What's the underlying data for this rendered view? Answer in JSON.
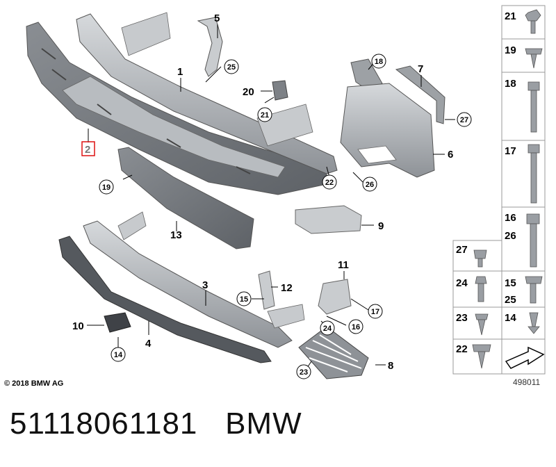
{
  "diagram": {
    "copyright": "© 2018 BMW AG",
    "image_number": "498011",
    "highlighted_part": "2",
    "callouts": {
      "c1": "1",
      "c2": "2",
      "c3": "3",
      "c4": "4",
      "c5": "5",
      "c6": "6",
      "c7": "7",
      "c8": "8",
      "c9": "9",
      "c10": "10",
      "c11": "11",
      "c12": "12",
      "c13": "13",
      "c14": "14",
      "c15": "15",
      "c16": "16",
      "c17": "17",
      "c18": "18",
      "c19": "19",
      "c20": "20",
      "c21": "21",
      "c22": "22",
      "c23": "23",
      "c24": "24",
      "c25": "25",
      "c26": "26",
      "c27": "27"
    },
    "hardware_panel": {
      "r21": "21",
      "r19": "19",
      "r18": "18",
      "r17": "17",
      "r16": "16",
      "r26": "26",
      "r27": "27",
      "r24": "24",
      "r15": "15",
      "r25": "25",
      "r23": "23",
      "r14": "14",
      "r22": "22"
    }
  },
  "caption": {
    "part_number": "51118061181",
    "brand": "BMW"
  }
}
